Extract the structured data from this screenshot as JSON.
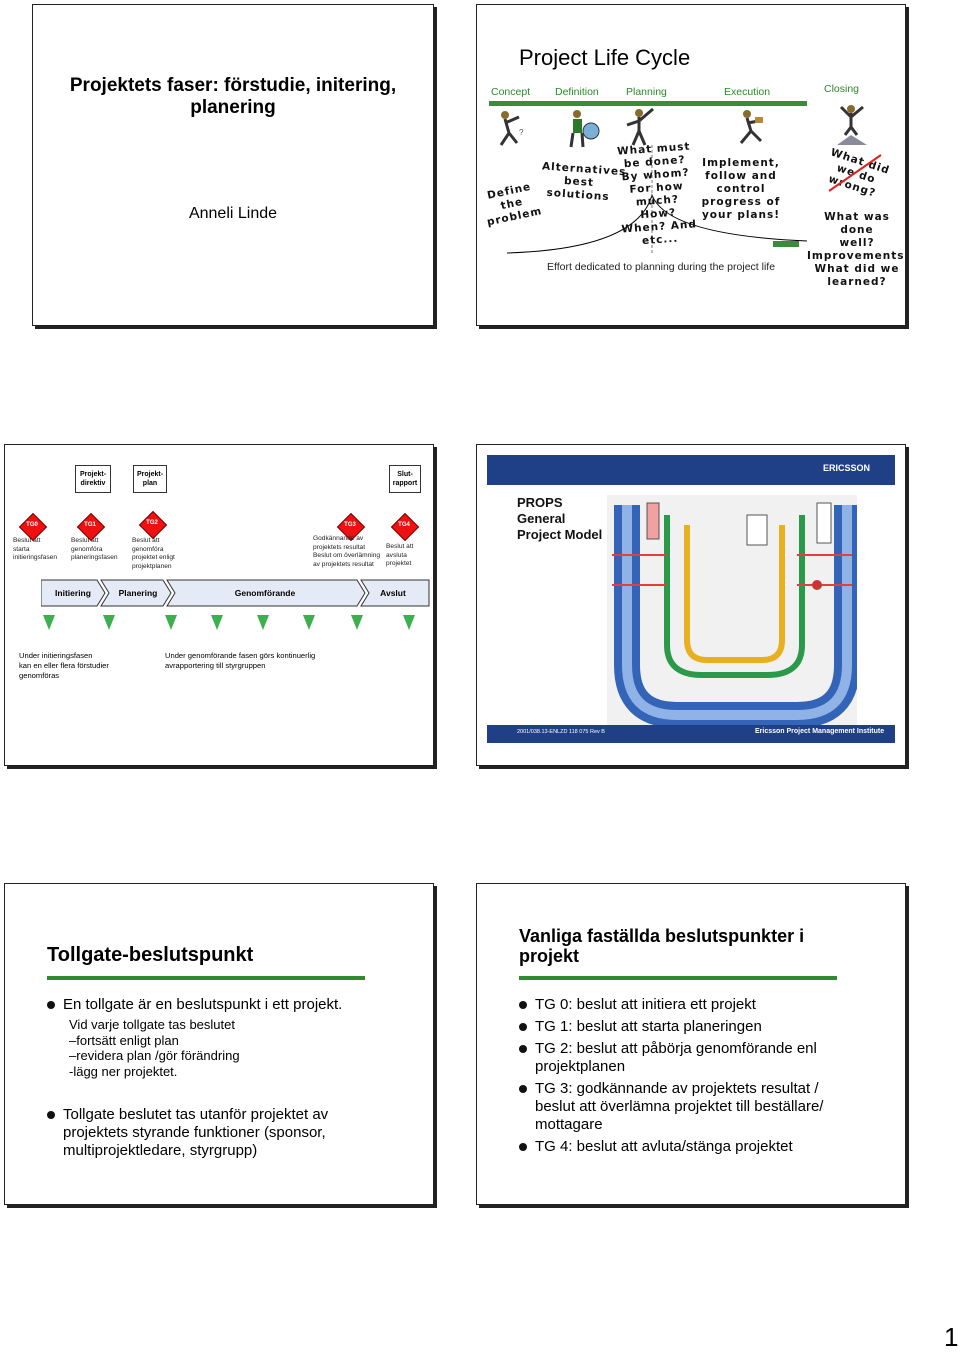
{
  "slide1": {
    "title": "Projektets faser: förstudie, initering, planering",
    "author": "Anneli Linde"
  },
  "slide2": {
    "title": "Project Life Cycle",
    "phases": [
      "Concept",
      "Definition",
      "Planning",
      "Execution",
      "Closing"
    ],
    "define": "Define the problem",
    "alternatives": "Alternatives best solutions",
    "what_must": [
      "What must",
      "be done?",
      "By whom?",
      "For how",
      "much?",
      "How?",
      "When? And",
      "etc..."
    ],
    "implement": [
      "Implement,",
      "follow and",
      "control",
      "progress of",
      "your plans!"
    ],
    "what_did_wrong": "What did we do wrong?",
    "closing_q": [
      "What was done",
      "well?",
      "Improvements?",
      "What did we",
      "learned?"
    ],
    "effort": "Effort dedicated to planning during the project life"
  },
  "slide3": {
    "docs": [
      {
        "line1": "Projekt-",
        "line2": "direktiv"
      },
      {
        "line1": "Projekt-",
        "line2": "plan"
      },
      {
        "line1": "Slut-",
        "line2": "rapport"
      }
    ],
    "tollgates": [
      "TG0",
      "TG1",
      "TG2",
      "TG3",
      "TG4"
    ],
    "decisions": [
      [
        "Beslut att",
        "starta",
        "initieringsfasen"
      ],
      [
        "Beslut att",
        "genomföra",
        "planeringsfasen"
      ],
      [
        "Beslut att",
        "genomföra",
        "projektet enligt",
        "projektplanen"
      ],
      [
        "Godkännande av",
        "projektets resultat",
        "Beslut om överlämning",
        "av projektets resultat"
      ],
      [
        "Beslut att avsluta",
        "projektet"
      ]
    ],
    "phases": [
      "Initiering",
      "Planering",
      "Genomförande",
      "Avslut"
    ],
    "note_left": [
      "Under initieringsfasen",
      "kan en eller flera förstudier",
      "genomföras"
    ],
    "note_right": [
      "Under genomförande fasen görs kontinuerlig",
      "avrapportering till styrgruppen"
    ]
  },
  "slide4": {
    "brand": "ERICSSON",
    "title_line1": "PROPS",
    "title_line2": "General",
    "title_line3": "Project Model",
    "footer_left": "2001/038.13-ENLZD 118 075 Rev B",
    "footer_right": "Ericsson Project Management Institute"
  },
  "slide5": {
    "title": "Tollgate-beslutspunkt",
    "bullet1": "En tollgate är en beslutspunkt i ett projekt.",
    "sub": [
      "Vid varje tollgate tas beslutet",
      "–fortsätt enligt plan",
      "–revidera plan /gör förändring",
      "-lägg ner projektet."
    ],
    "bullet2": [
      "Tollgate beslutet tas utanför projektet av",
      "projektets styrande funktioner (sponsor,",
      "multiprojektledare, styrgrupp)"
    ]
  },
  "slide6": {
    "title": [
      "Vanliga faställda beslutspunkter i",
      "projekt"
    ],
    "items": [
      [
        "TG 0: beslut att initiera ett projekt"
      ],
      [
        "TG 1: beslut att starta planeringen"
      ],
      [
        "TG 2: beslut att påbörja genomförande enl",
        "projektplanen"
      ],
      [
        "TG 3: godkännande av projektets resultat /",
        "beslut att överlämna projektet till beställare/",
        "mottagare"
      ],
      [
        "TG 4: beslut att avluta/stänga  projektet"
      ]
    ]
  },
  "page_number": "1"
}
